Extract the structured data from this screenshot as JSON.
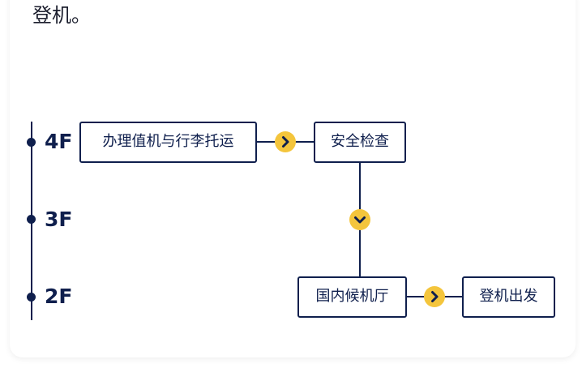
{
  "intro_text": "登机。",
  "floors": [
    {
      "label": "4F"
    },
    {
      "label": "3F"
    },
    {
      "label": "2F"
    }
  ],
  "steps": {
    "checkin": "办理值机与行李托运",
    "security": "安全检查",
    "domestic_hall": "国内候机厅",
    "boarding": "登机出发"
  },
  "colors": {
    "primary": "#0f1f4d",
    "arrow": "#f4c53c"
  },
  "icons": [
    "chevron-right-icon",
    "chevron-down-icon"
  ]
}
